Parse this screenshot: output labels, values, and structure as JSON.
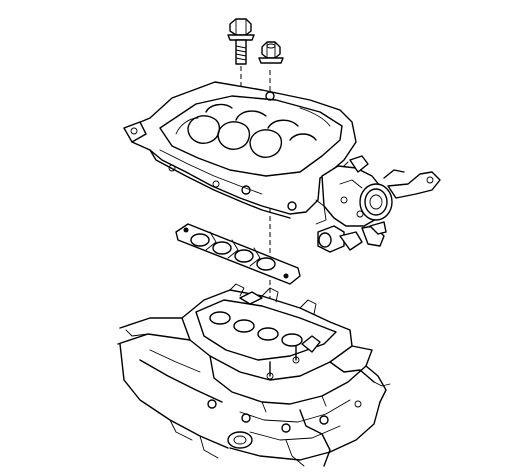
{
  "figure": {
    "background": "#ffffff",
    "ink_color": "#000000",
    "components": [
      "flange-bolt",
      "flange-nut",
      "intake-manifold",
      "throttle-body",
      "manifold-gasket",
      "lower-intake-manifold",
      "cylinder-head"
    ]
  }
}
